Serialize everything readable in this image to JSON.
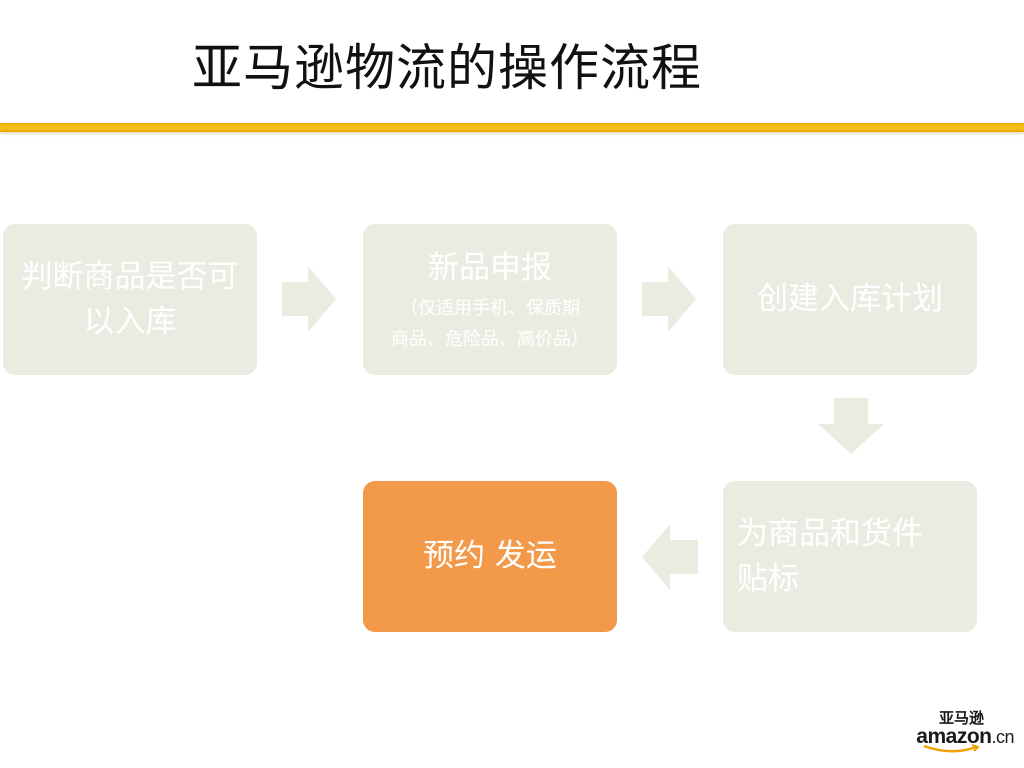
{
  "title": "亚马逊物流的操作流程",
  "steps": [
    {
      "text": "判断商品是否可以入库"
    },
    {
      "text": "新品申报",
      "note_line1": "（仅适用手机、保质期",
      "note_line2": "商品、危险品、高价品）"
    },
    {
      "text": "创建入库计划"
    },
    {
      "text_line1": "为商品和货件",
      "text_line2": "贴标"
    },
    {
      "text": "预约 发运"
    }
  ],
  "colors": {
    "accent_rule": "#f0b400",
    "step_box": "#ecebe1",
    "highlight_box": "#f2994a",
    "step_text": "#ffffff"
  },
  "arrows": [
    "right",
    "right",
    "down",
    "left"
  ],
  "logo": {
    "cn": "亚马逊",
    "brand": "amazon",
    "tld": ".cn"
  }
}
